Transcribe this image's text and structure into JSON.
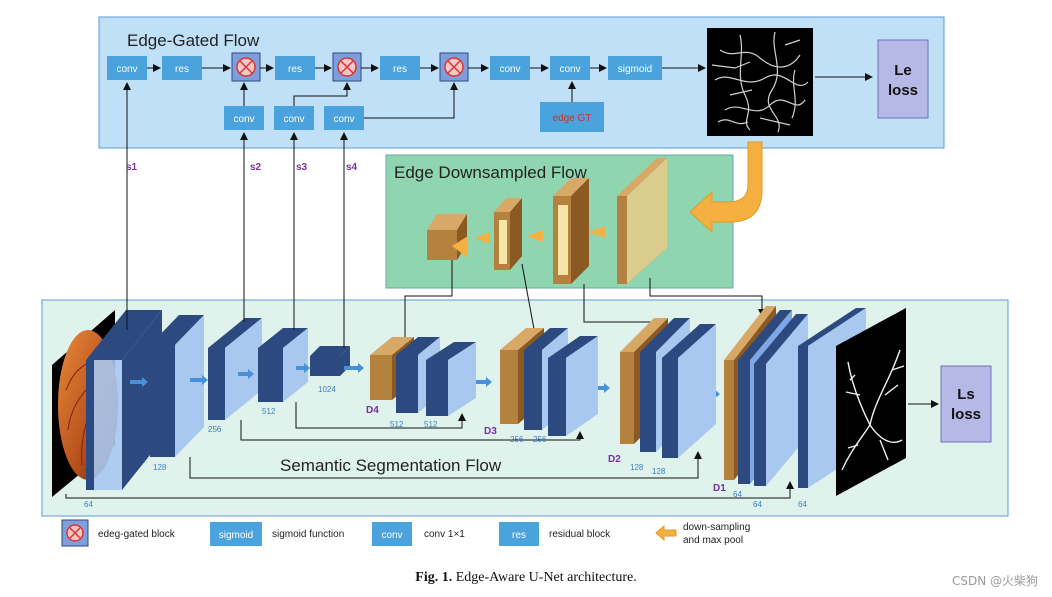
{
  "edge_gated_flow": {
    "title": "Edge-Gated Flow",
    "top_row": [
      "conv",
      "res",
      "res",
      "res",
      "conv",
      "conv",
      "sigmoid"
    ],
    "bottom_row": [
      "conv",
      "conv",
      "conv"
    ],
    "edge_gt": "edge GT",
    "loss": [
      "Le",
      "loss"
    ]
  },
  "edge_downsampled_flow": {
    "title": "Edge Downsampled Flow"
  },
  "skip_labels": [
    "s1",
    "s2",
    "s3",
    "s4"
  ],
  "segmentation": {
    "title": "Semantic Segmentation Flow",
    "encoder_channels": [
      "64",
      "128",
      "256",
      "512",
      "1024"
    ],
    "decoders": [
      {
        "name": "D4",
        "channels": [
          "512",
          "512"
        ]
      },
      {
        "name": "D3",
        "channels": [
          "256",
          "256"
        ]
      },
      {
        "name": "D2",
        "channels": [
          "128",
          "128"
        ]
      },
      {
        "name": "D1",
        "channels": [
          "64",
          "64",
          "64"
        ]
      }
    ],
    "loss": [
      "Ls",
      "loss"
    ]
  },
  "legend": {
    "gated": "edeg-gated block",
    "sigmoid_box": "sigmoid",
    "sigmoid_text": "sigmoid function",
    "conv_box": "conv",
    "conv_text": "conv 1×1",
    "res_box": "res",
    "res_text": "residual block",
    "down_text_1": "down-sampling",
    "down_text_2": "and max pool"
  },
  "caption": {
    "label": "Fig. 1.",
    "text": "Edge-Aware U-Net architecture."
  },
  "watermark": "CSDN @火柴狗",
  "colors": {
    "edge_panel": "#bfe0f7",
    "down_panel": "#8fd6b0",
    "seg_panel": "#dff3ec",
    "block": "#4aa3dc",
    "dark_block": "#2d4a80",
    "brown": "#b5813f"
  }
}
